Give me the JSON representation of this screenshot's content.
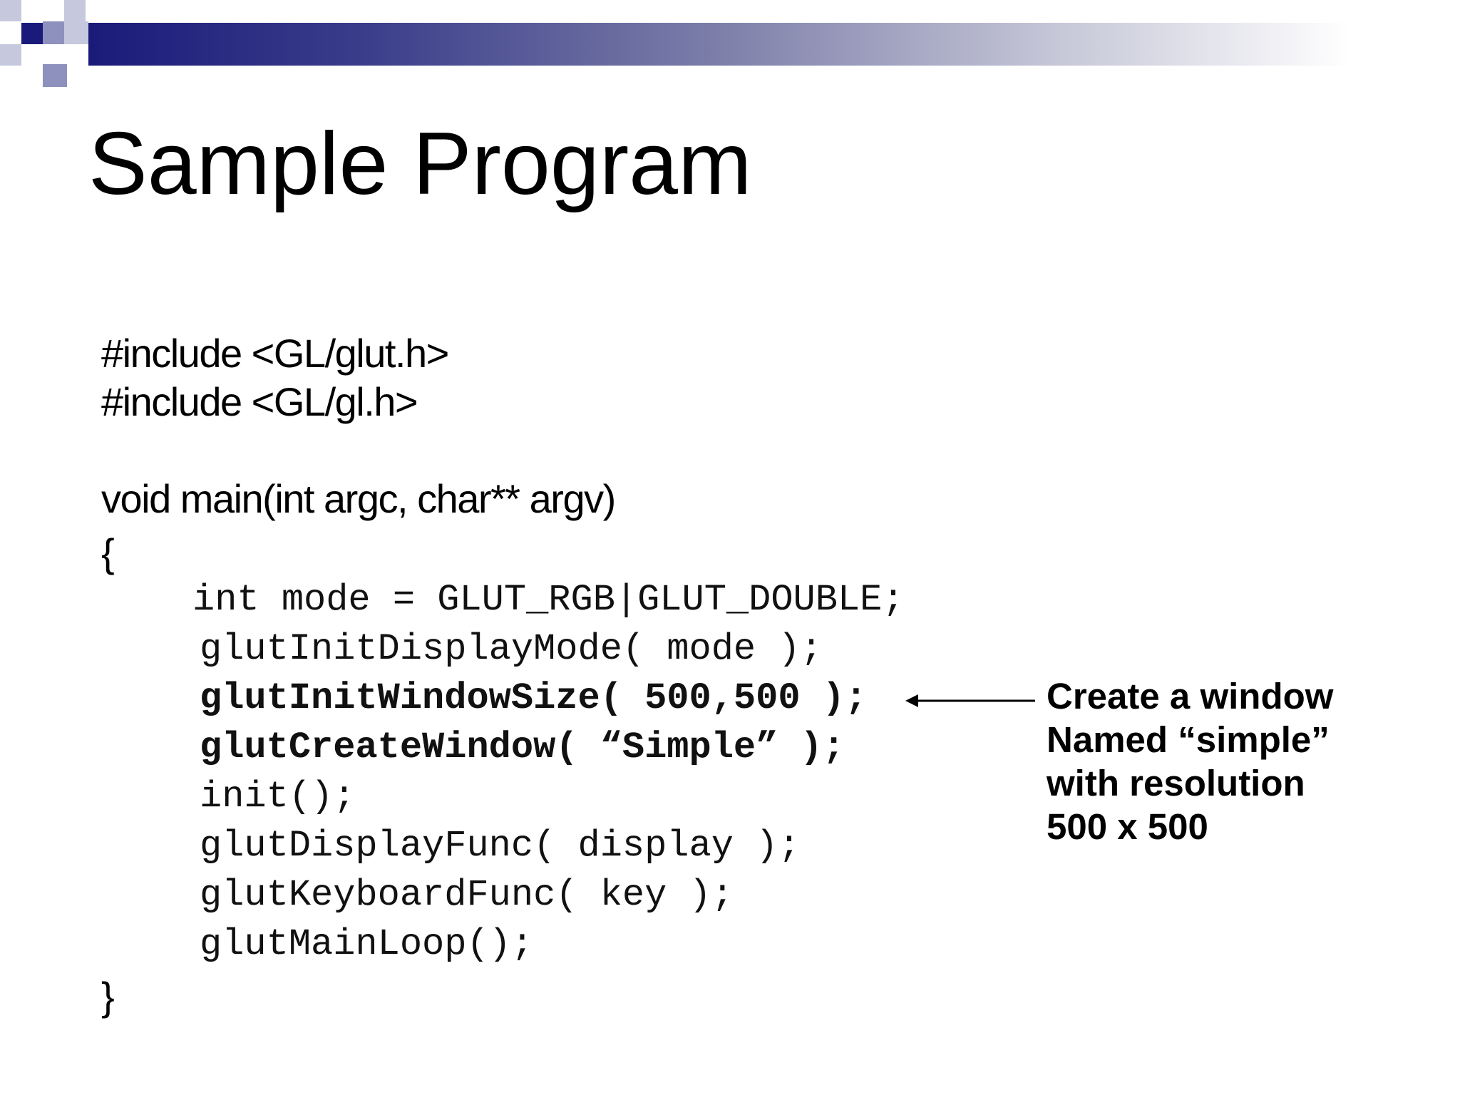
{
  "slide": {
    "title": "Sample Program",
    "code": {
      "include_1": "#include <GL/glut.h>",
      "include_2": "#include <GL/gl.h>",
      "signature": "void main(int argc, char** argv)",
      "open_brace": "{",
      "line_mode": "int mode = GLUT_RGB|GLUT_DOUBLE;",
      "line_display_mode": "glutInitDisplayMode( mode );",
      "line_window_size": "glutInitWindowSize( 500,500 );",
      "line_create_window": "glutCreateWindow( “Simple” );",
      "line_init": "init();",
      "line_display_func": "glutDisplayFunc( display );",
      "line_keyboard_func": "glutKeyboardFunc( key );",
      "line_main_loop": "glutMainLoop();",
      "close_brace": "}"
    },
    "callout": {
      "line_1": "Create a window",
      "line_2": "Named “simple”",
      "line_3": "with resolution",
      "line_4": "500 x 500"
    }
  },
  "colors": {
    "header_dark": "#1a1a7a",
    "header_mid": "#8e90bd",
    "header_light": "#c6c8de",
    "text": "#000000"
  }
}
